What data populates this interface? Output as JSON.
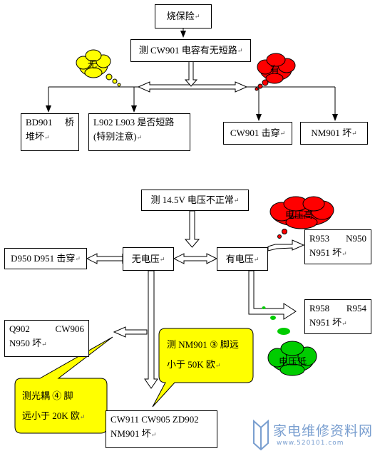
{
  "diagram1": {
    "start": "烧保险",
    "check": "测 CW901 电容有无短路",
    "no_label": "无",
    "yes_label": "有",
    "bd901": [
      "BD901",
      "桥",
      "堆坏"
    ],
    "l902": [
      "L902 L903 是否短路",
      "(特别注意)"
    ],
    "cw901": "CW901 击穿",
    "nm901": "NM901 坏"
  },
  "diagram2": {
    "voltage_check": "测 14.5V 电压不正常",
    "no_voltage": "无电压",
    "has_voltage": "有电压",
    "d950": "D950 D951 击穿",
    "high_label": "电压高",
    "low_label": "电压低",
    "r953": [
      "R953",
      "N950",
      "N951 坏"
    ],
    "r958": [
      "R958",
      "R954",
      "N951 坏"
    ],
    "q902": [
      "Q902",
      "CW906",
      "N950 坏"
    ],
    "callout_nm901": [
      "测 NM901 ③ 脚远",
      "小于 50K 欧"
    ],
    "callout_opto": [
      "测光耦 ④ 脚",
      "远小于 20K 欧"
    ],
    "final": [
      "CW911 CW905 ZD902",
      "NM901 坏"
    ]
  },
  "watermark": {
    "title": "家电维修资料网",
    "url": "www.520101.com"
  },
  "colors": {
    "yellow_cloud": "#ffff00",
    "red_cloud": "#ff0000",
    "green_cloud": "#00cc00",
    "callout": "#ffff00"
  },
  "return_mark": "↵"
}
